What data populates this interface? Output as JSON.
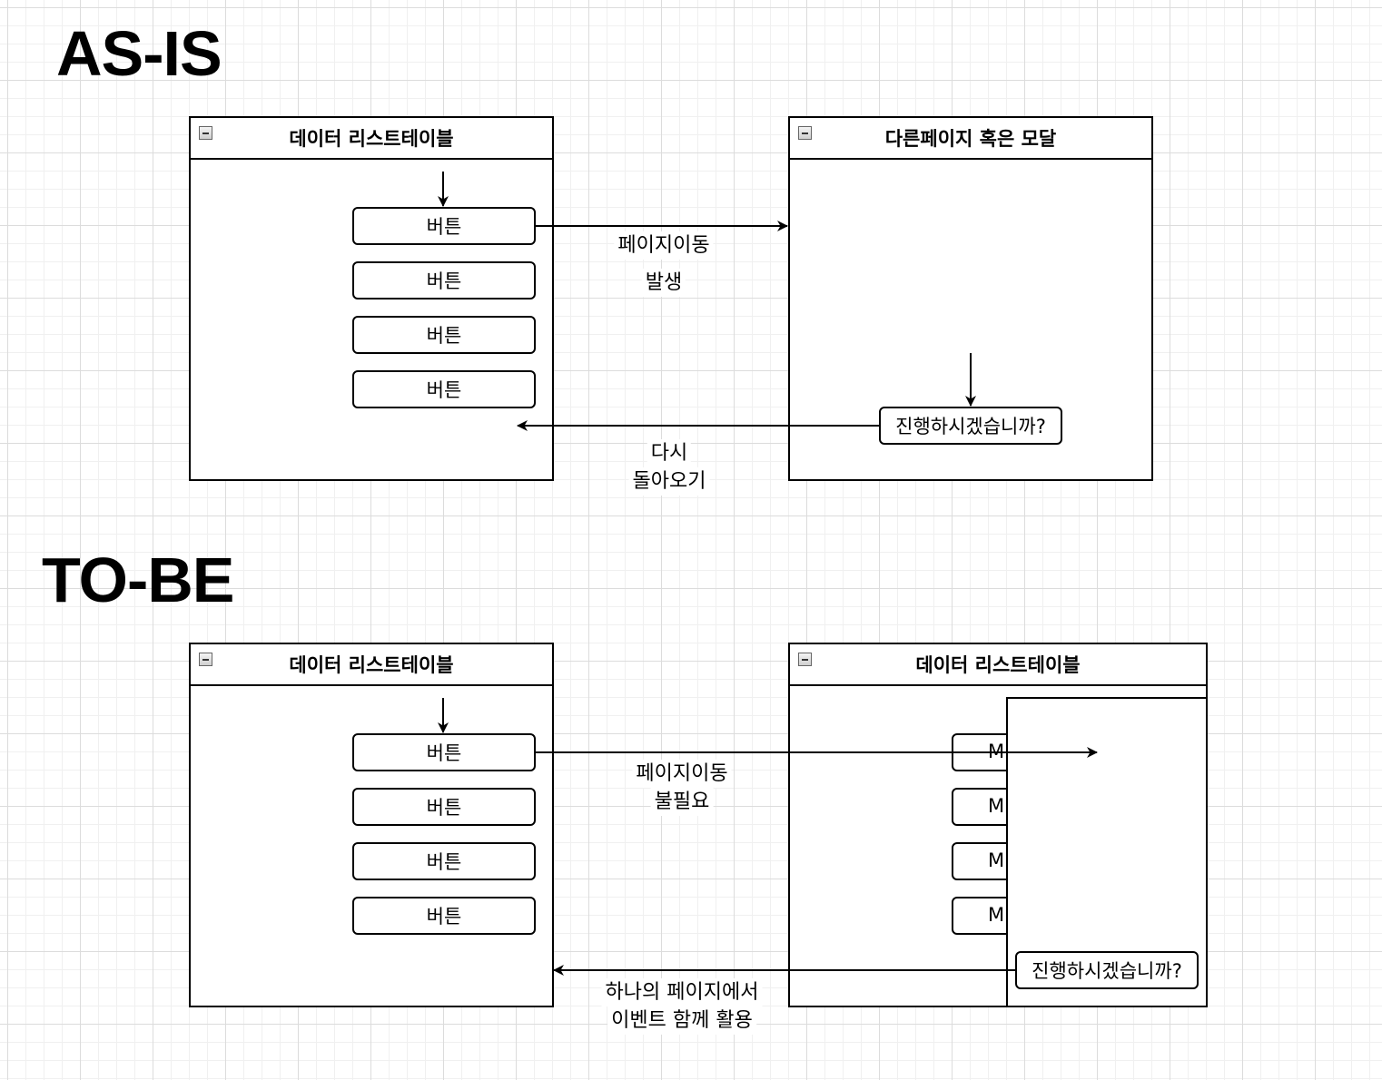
{
  "as_is": {
    "title": "AS-IS",
    "list_table": {
      "title": "데이터 리스트테이블",
      "buttons": [
        "버튼",
        "버튼",
        "버튼",
        "버튼"
      ]
    },
    "other_page": {
      "title": "다른페이지 혹은 모달",
      "confirm": "진행하시겠습니까?"
    },
    "forward_label": {
      "line1": "페이지이동",
      "line2": "발생"
    },
    "back_label": {
      "line1": "다시",
      "line2": "돌아오기"
    }
  },
  "to_be": {
    "title": "TO-BE",
    "list_table": {
      "title": "데이터 리스트테이블",
      "buttons": [
        "버튼",
        "버튼",
        "버튼",
        "버튼"
      ]
    },
    "list_table_right": {
      "title": "데이터 리스트테이블",
      "buttons": [
        "M",
        "M",
        "M",
        "M"
      ]
    },
    "modal": {
      "confirm": "진행하시겠습니까?"
    },
    "forward_label": {
      "line1": "페이지이동",
      "line2": "불필요"
    },
    "back_label": {
      "line1": "하나의 페이지에서",
      "line2": "이벤트 함께 활용"
    }
  },
  "icons": {
    "collapse": "collapse-icon",
    "arrow": "arrow-icon"
  }
}
